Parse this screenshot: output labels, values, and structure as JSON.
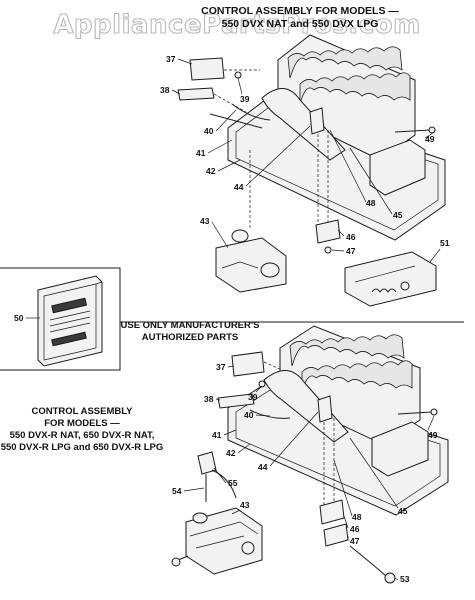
{
  "watermark": "AppliancePartsPros.com",
  "top_title": {
    "line1": "CONTROL ASSEMBLY FOR MODELS —",
    "line2": "550 DVX NAT and 550 DVX LPG"
  },
  "notice": {
    "line1": "USE ONLY MANUFACTURER'S",
    "line2": "AUTHORIZED PARTS"
  },
  "bottom_title": {
    "line1": "CONTROL ASSEMBLY",
    "line2": "FOR MODELS —",
    "line3": "550 DVX-R NAT, 650 DVX-R NAT,",
    "line4": "550 DVX-R LPG and 650 DVX-R LPG"
  },
  "callouts_top": [
    "37",
    "38",
    "39",
    "40",
    "41",
    "42",
    "43",
    "44",
    "45",
    "46",
    "47",
    "48",
    "49",
    "51"
  ],
  "callouts_side": [
    "50"
  ],
  "callouts_bottom": [
    "37",
    "38",
    "39",
    "40",
    "41",
    "42",
    "43",
    "44",
    "45",
    "46",
    "47",
    "48",
    "49",
    "53",
    "54",
    "55"
  ]
}
